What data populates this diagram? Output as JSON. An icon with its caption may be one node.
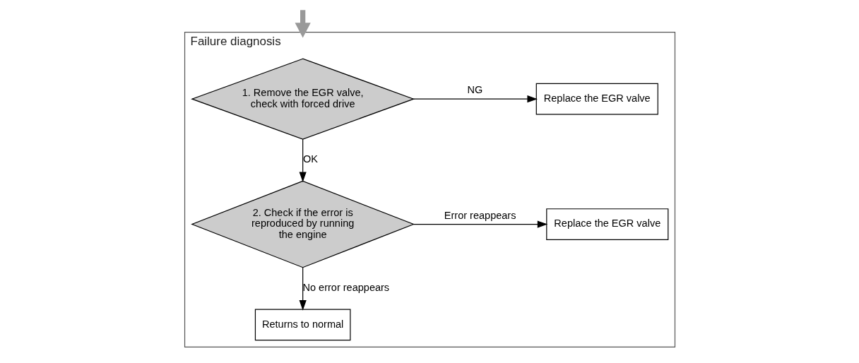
{
  "diagram": {
    "nodes": [
      {
        "text": [
          "Failure diagnosis"
        ]
      },
      {
        "text": [
          "1. Remove the EGR valve, check with forced drive"
        ],
        "in": 0
      },
      {
        "text": [
          "Replace the EGR valve"
        ],
        "in": 0
      },
      {
        "text": [
          "2. Check if the error is reproduced by running the engine"
        ],
        "in": 0
      },
      {
        "text": [
          "Replace the EGR valve"
        ],
        "in": 0
      },
      {
        "text": [
          "Returns to normal"
        ],
        "in": 0
      }
    ],
    "edges": [
      {
        "from": null,
        "to": 0,
        "arrow": "to",
        "style": "thick",
        "color": "#999999"
      },
      {
        "from": 1,
        "to": 2,
        "arrow": "to",
        "label": "NG"
      },
      {
        "from": 1,
        "to": 3,
        "arrow": "to",
        "label": "OK"
      },
      {
        "from": 3,
        "to": 4,
        "arrow": "to",
        "label": "Error reappears"
      },
      {
        "from": 3,
        "to": 5,
        "arrow": "to",
        "label": "No error reappears"
      }
    ]
  }
}
